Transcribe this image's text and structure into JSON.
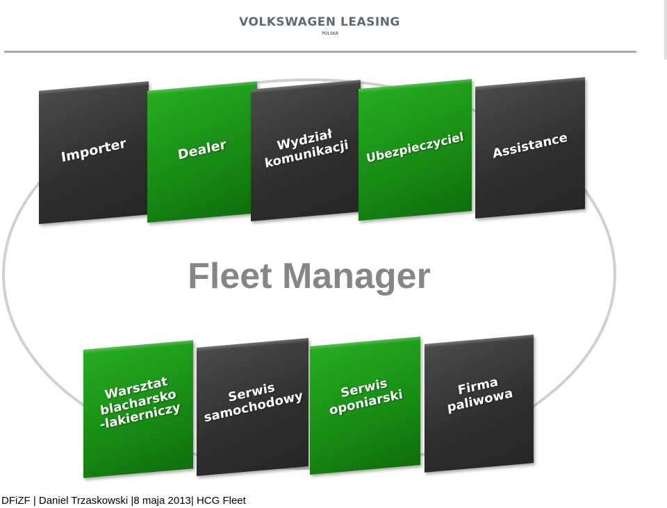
{
  "header": {
    "logo_text": "VOLKSWAGEN LEASING",
    "logo_subtext": "POLSKA"
  },
  "center_title": "Fleet Manager",
  "top_row": [
    {
      "label": "Importer",
      "color": "dark"
    },
    {
      "label": "Dealer",
      "color": "green"
    },
    {
      "label": "Wydział\nkomunikacji",
      "color": "dark"
    },
    {
      "label": "Ubezpieczyciel",
      "color": "green"
    },
    {
      "label": "Assistance",
      "color": "dark"
    }
  ],
  "bottom_row": [
    {
      "label": "Warsztat\nblacharsko\n-lakierniczy",
      "color": "green"
    },
    {
      "label": "Serwis\nsamochodowy",
      "color": "dark"
    },
    {
      "label": "Serwis\noponiarski",
      "color": "green"
    },
    {
      "label": "Firma\npaliwowa",
      "color": "dark"
    }
  ],
  "footer": "DFiZF | Daniel Trzaskowski |8 maja 2013| HCG Fleet",
  "colors": {
    "dark_card": "#2e2e2e",
    "green_card": "#178a14",
    "title": "#868686",
    "ellipse": "#d0d0d0"
  }
}
